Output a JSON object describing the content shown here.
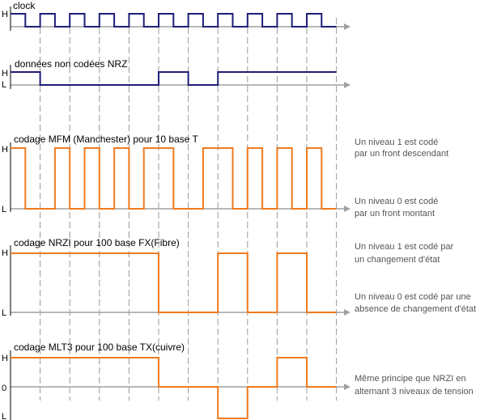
{
  "colors": {
    "clock": "#1e1e78",
    "nrz": "#1e1e78",
    "encoded": "#f07a1e",
    "axis": "#a0a0a0",
    "grid": "#9a9a9a"
  },
  "clock": {
    "title": "clock",
    "high_label": "H",
    "levels": [
      1,
      0,
      1,
      0,
      1,
      0,
      1,
      0,
      1,
      0,
      1,
      0,
      1,
      0,
      1,
      0,
      1,
      0,
      1,
      0,
      1,
      0
    ]
  },
  "nrz": {
    "title": "données non codées NRZ",
    "high_label": "H",
    "low_label": "L",
    "bits": [
      1,
      0,
      0,
      0,
      0,
      1,
      0,
      1,
      1,
      1,
      1
    ]
  },
  "mfm": {
    "title": "codage MFM (Manchester) pour 10 base T",
    "high_label": "H",
    "low_label": "L",
    "note1": [
      "Un niveau 1 est codé",
      "par un front descendant"
    ],
    "note2": [
      "Un niveau 0 est codé",
      "par un front montant"
    ]
  },
  "nrzi": {
    "title": "codage NRZI pour 100 base FX(Fibre)",
    "high_label": "H",
    "low_label": "L",
    "note1": [
      "Un niveau 1 est codé par",
      "un changement d'état"
    ],
    "note2": [
      "Un niveau 0 est codé par une",
      "absence de  changement d'état"
    ]
  },
  "mlt3": {
    "title": "codage MLT3 pour 100 base TX(cuivre)",
    "high_label": "H",
    "zero_label": "0",
    "low_label": "L",
    "note": [
      "Même principe que NRZI en",
      "alternant 3 niveaux de tension"
    ]
  }
}
